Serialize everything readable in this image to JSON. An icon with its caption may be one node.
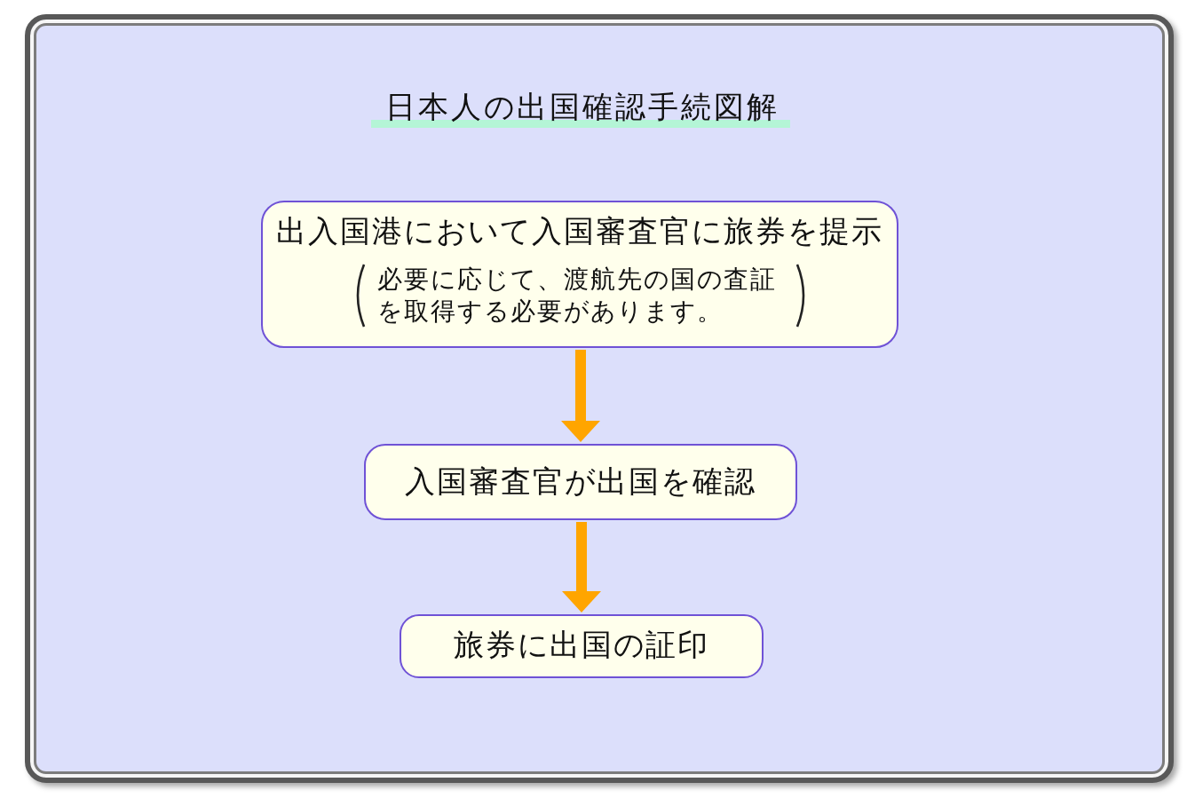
{
  "diagram": {
    "title": "日本人の出国確認手続図解",
    "nodes": [
      {
        "text": [
          "出入国港において入国審査官に旅券を提示",
          "必要に応じて、渡航先の国の査証を取得する必要があります。"
        ]
      },
      {
        "text": [
          "入国審査官が出国を確認"
        ]
      },
      {
        "text": [
          "旅券に出国の証印"
        ]
      }
    ],
    "edges": [
      {
        "from": 0,
        "to": 1,
        "arrow": "to"
      },
      {
        "from": 1,
        "to": 2,
        "arrow": "to"
      }
    ]
  }
}
